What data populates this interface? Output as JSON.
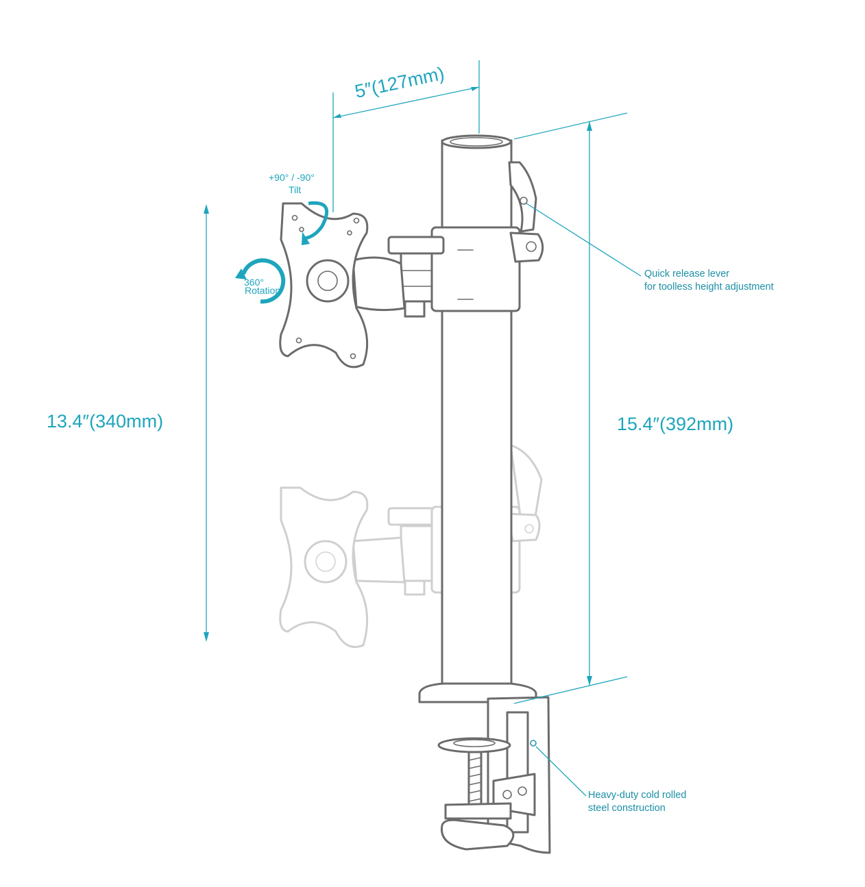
{
  "dimensions": {
    "arm_reach": "5″(127mm)",
    "height_range": "13.4″(340mm)",
    "pole_height": "15.4″(392mm)"
  },
  "rotations": {
    "tilt_range": "+90° / -90°",
    "tilt_label": "Tilt",
    "rotation_value": "360°",
    "rotation_label": "Rotation"
  },
  "callouts": {
    "lever_line1": "Quick release lever",
    "lever_line2": "for toolless height adjustment",
    "steel_line1": "Heavy-duty cold rolled",
    "steel_line2": "steel construction"
  },
  "colors": {
    "accent": "#1ea5bd",
    "outline": "#6b6b6b",
    "ghost_outline": "#cfcfcf"
  }
}
